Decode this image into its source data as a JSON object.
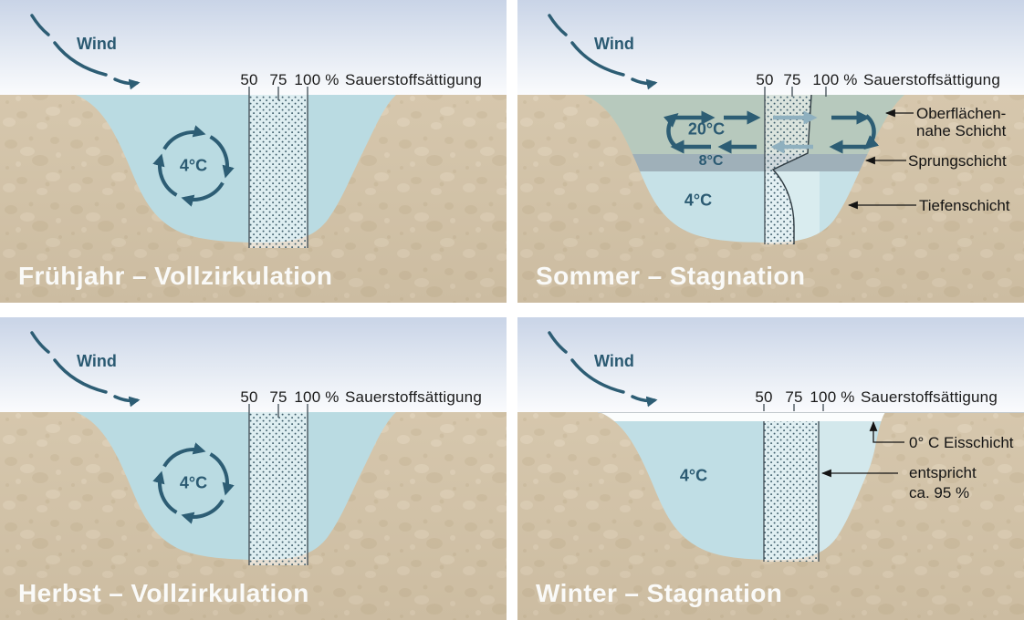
{
  "wind": {
    "label": "Wind"
  },
  "oxygen_scale": {
    "tick50": "50",
    "tick75": "75",
    "tick100": "100 %",
    "axis_label": "Sauerstoffsättigung"
  },
  "panels": {
    "fruehjahr": {
      "title": "Frühjahr – Vollzirkulation",
      "temp_deep": "4°C"
    },
    "sommer": {
      "title": "Sommer – Stagnation",
      "temp_surface": "20°C",
      "temp_thermocline": "8°C",
      "temp_deep": "4°C",
      "label_surface_line1": "Oberflächen-",
      "label_surface_line2": "nahe Schicht",
      "label_thermocline": "Sprungschicht",
      "label_deep": "Tiefenschicht"
    },
    "herbst": {
      "title": "Herbst – Vollzirkulation",
      "temp_deep": "4°C"
    },
    "winter": {
      "title": "Winter – Stagnation",
      "temp_deep": "4°C",
      "label_ice": "0° C Eisschicht",
      "label_oxygen_line1": "entspricht",
      "label_oxygen_line2": "ca. 95 %"
    }
  },
  "colors": {
    "arrow_teal": "#2d5d74",
    "water_blue": "#badbe2",
    "soil_tan": "#d6c7ad",
    "surface_layer_green": "#b7c9bd",
    "thermocline_gray": "#9fb0b9",
    "deep_water_blue": "#c6e1e7",
    "ice_white": "#fbfdfd",
    "label_black": "#141414",
    "title_white": "#fafaf8"
  }
}
